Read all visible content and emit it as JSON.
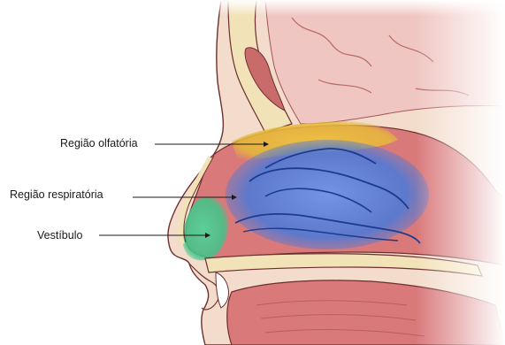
{
  "labels": {
    "olfactory": "Região olfatória",
    "respiratory": "Região respiratória",
    "vestibule": "Vestíbulo"
  },
  "colors": {
    "olfactory_region": "#e6b93a",
    "respiratory_region": "#4f79d6",
    "vestibule_region": "#3fc489",
    "skin": "#f3dccb",
    "bone": "#f2e2b8",
    "mucosa": "#d9797a",
    "brain": "#efc6c2",
    "outline": "#6d2f2f",
    "turbinate_lines": "#1b3c8e"
  }
}
